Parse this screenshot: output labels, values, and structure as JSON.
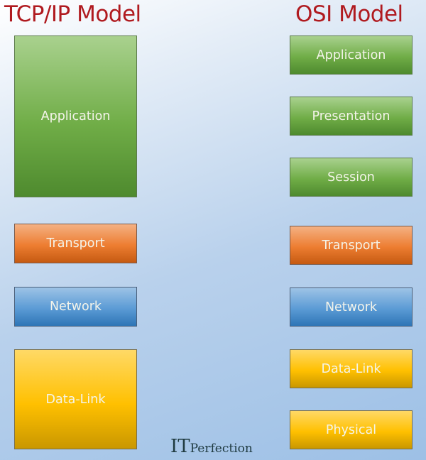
{
  "tcp": {
    "title": "TCP/IP Model",
    "layers": [
      {
        "label": "Application",
        "color": "#70ad47"
      },
      {
        "label": "Transport",
        "color": "#ed7d31"
      },
      {
        "label": "Network",
        "color": "#5b9bd5"
      },
      {
        "label": "Data-Link",
        "color": "#ffc000"
      }
    ]
  },
  "osi": {
    "title": "OSI Model",
    "layers": [
      {
        "label": "Application",
        "color": "#70ad47"
      },
      {
        "label": "Presentation",
        "color": "#70ad47"
      },
      {
        "label": "Session",
        "color": "#70ad47"
      },
      {
        "label": "Transport",
        "color": "#ed7d31"
      },
      {
        "label": "Network",
        "color": "#5b9bd5"
      },
      {
        "label": "Data-Link",
        "color": "#ffc000"
      },
      {
        "label": "Physical",
        "color": "#ffc000"
      }
    ]
  },
  "logo": {
    "it": "IT",
    "perfection": "Perfection"
  },
  "title_color": "#b01a1f"
}
